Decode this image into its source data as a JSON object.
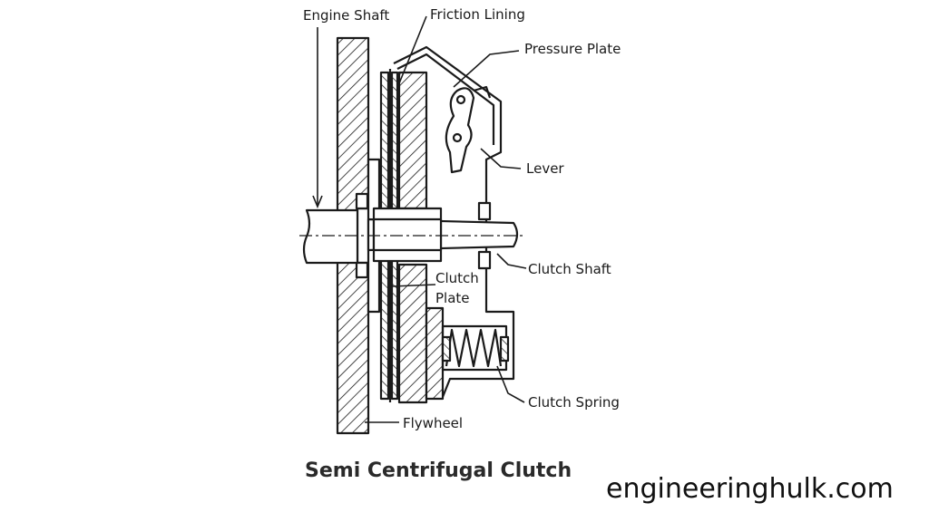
{
  "diagram": {
    "title": "Semi Centrifugal Clutch",
    "labels": {
      "engine_shaft": "Engine Shaft",
      "friction_lining": "Friction Lining",
      "pressure_plate": "Pressure Plate",
      "lever": "Lever",
      "clutch_shaft": "Clutch Shaft",
      "clutch_plate_line1": "Clutch",
      "clutch_plate_line2": "Plate",
      "clutch_spring": "Clutch Spring",
      "flywheel": "Flywheel"
    }
  },
  "watermark": "engineeringhulk.com",
  "colors": {
    "ink": "#1a1a1a",
    "background": "#ffffff"
  }
}
